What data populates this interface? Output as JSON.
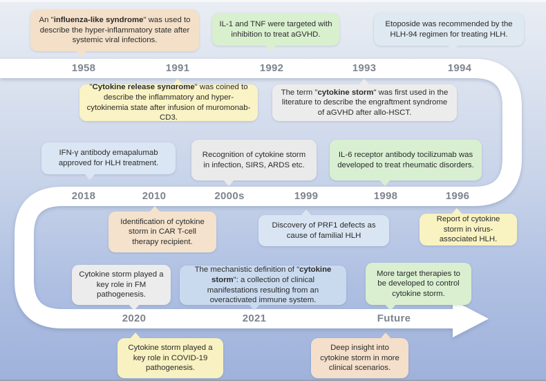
{
  "figure": {
    "band_color": "#ffffff",
    "year_text_color": "#7e848e",
    "background_top": "#e9edf3",
    "background_bottom": "#9fb2db"
  },
  "timeline": {
    "rows": [
      {
        "years": [
          "1958",
          "1991",
          "1992",
          "1993",
          "1994"
        ]
      },
      {
        "years": [
          "2018",
          "2010",
          "2000s",
          "1999",
          "1998",
          "1996"
        ]
      },
      {
        "years": [
          "2020",
          "2021",
          "Future"
        ]
      }
    ]
  },
  "callouts": [
    {
      "id": "influenza-like-syndrome",
      "color": "#f4e0c9",
      "segments": [
        {
          "t": "An \""
        },
        {
          "t": "influenza-like syndrome",
          "b": true
        },
        {
          "t": "\" was used to describe the hyper-inflammatory state after systemic viral infections."
        }
      ]
    },
    {
      "id": "il1-tnf",
      "color": "#d9f0cf",
      "segments": [
        {
          "t": "IL-1 and TNF were targeted with inhibition to treat aGVHD."
        }
      ]
    },
    {
      "id": "etoposide",
      "color": "#dfe9f1",
      "segments": [
        {
          "t": "Etoposide was recommended by the HLH-94 regimen for treating HLH."
        }
      ]
    },
    {
      "id": "cytokine-release-syndrome",
      "color": "#f9f3c5",
      "segments": [
        {
          "t": "\""
        },
        {
          "t": "Cytokine release syndrome",
          "b": true
        },
        {
          "t": "\" was coined to describe the inflammatory and hyper-cytokinemia state after infusion of muromonab-CD3."
        }
      ]
    },
    {
      "id": "term-cytokine-storm",
      "color": "#ececec",
      "segments": [
        {
          "t": "The term \""
        },
        {
          "t": "cytokine storm",
          "b": true
        },
        {
          "t": "\" was first used in the literature to describe the engraftment syndrome of aGVHD after allo-HSCT."
        }
      ]
    },
    {
      "id": "ifn-gamma-emapalumab",
      "color": "#dae6f3",
      "segments": [
        {
          "t": "IFN-γ antibody emapalumab approved for HLH treatment."
        }
      ]
    },
    {
      "id": "recognition-cytokine-storm",
      "color": "#eaeaea",
      "segments": [
        {
          "t": "Recognition of cytokine storm  in infection, SIRS, ARDS etc."
        }
      ]
    },
    {
      "id": "il6-tocilizumab",
      "color": "#d9efd2",
      "segments": [
        {
          "t": "IL-6 receptor antibody tocilizumab was developed to treat rheumatic disorders."
        }
      ]
    },
    {
      "id": "car-t-cell",
      "color": "#f5e2cc",
      "segments": [
        {
          "t": "Identification of cytokine storm in CAR T-cell therapy recipient."
        }
      ]
    },
    {
      "id": "prf1-defects",
      "color": "#d9e5f3",
      "segments": [
        {
          "t": "Discovery of PRF1 defects as cause of familial HLH"
        }
      ]
    },
    {
      "id": "virus-associated-hlh",
      "color": "#f9f3c2",
      "segments": [
        {
          "t": "Report of cytokine storm in virus-associated HLH."
        }
      ]
    },
    {
      "id": "fm-pathogenesis",
      "color": "#ececec",
      "segments": [
        {
          "t": "Cytokine storm played a key role in FM pathogenesis."
        }
      ]
    },
    {
      "id": "mechanistic-definition",
      "color": "#c9daef",
      "segments": [
        {
          "t": "The mechanistic definition of \""
        },
        {
          "t": "cytokine storm",
          "b": true
        },
        {
          "t": "\": a collection of clinical manifestations resulting from an overactivated immune system."
        }
      ]
    },
    {
      "id": "more-target-therapies",
      "color": "#d9efd0",
      "segments": [
        {
          "t": "More target therapies to be developed to control cytokine storm."
        }
      ]
    },
    {
      "id": "covid19-pathogenesis",
      "color": "#f8f1c1",
      "segments": [
        {
          "t": "Cytokine storm played a key role in COVID-19 pathogenesis."
        }
      ]
    },
    {
      "id": "deep-insight",
      "color": "#f4dfcb",
      "segments": [
        {
          "t": "Deep insight into cytokine storm in more clinical scenarios."
        }
      ]
    }
  ]
}
